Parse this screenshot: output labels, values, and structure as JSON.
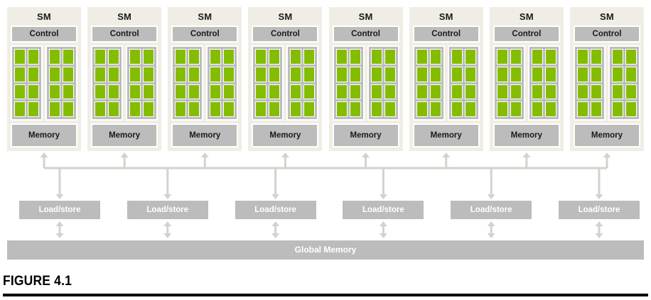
{
  "figure": {
    "caption": "FIGURE 4.1",
    "colors": {
      "core_green": "#84bd00",
      "box_gray": "#bcbcbc",
      "sm_background": "#f0eee4",
      "arrow_gray": "#d4d2cc",
      "text_dark": "#1a1a1a",
      "text_light": "#ffffff",
      "rule_black": "#000000"
    }
  },
  "sm_units": [
    {
      "title": "SM",
      "control_label": "Control",
      "memory_label": "Memory",
      "core_groups": 2,
      "cores_per_group": 8
    },
    {
      "title": "SM",
      "control_label": "Control",
      "memory_label": "Memory",
      "core_groups": 2,
      "cores_per_group": 8
    },
    {
      "title": "SM",
      "control_label": "Control",
      "memory_label": "Memory",
      "core_groups": 2,
      "cores_per_group": 8
    },
    {
      "title": "SM",
      "control_label": "Control",
      "memory_label": "Memory",
      "core_groups": 2,
      "cores_per_group": 8
    },
    {
      "title": "SM",
      "control_label": "Control",
      "memory_label": "Memory",
      "core_groups": 2,
      "cores_per_group": 8
    },
    {
      "title": "SM",
      "control_label": "Control",
      "memory_label": "Memory",
      "core_groups": 2,
      "cores_per_group": 8
    },
    {
      "title": "SM",
      "control_label": "Control",
      "memory_label": "Memory",
      "core_groups": 2,
      "cores_per_group": 8
    },
    {
      "title": "SM",
      "control_label": "Control",
      "memory_label": "Memory",
      "core_groups": 2,
      "cores_per_group": 8
    }
  ],
  "load_store_units": [
    {
      "label": "Load/store"
    },
    {
      "label": "Load/store"
    },
    {
      "label": "Load/store"
    },
    {
      "label": "Load/store"
    },
    {
      "label": "Load/store"
    },
    {
      "label": "Load/store"
    }
  ],
  "global_memory": {
    "label": "Global Memory"
  },
  "connections": {
    "sm_to_bus": "up-arrow",
    "bus_to_loadstore": "down-arrow",
    "loadstore_to_global": "double-arrow"
  }
}
